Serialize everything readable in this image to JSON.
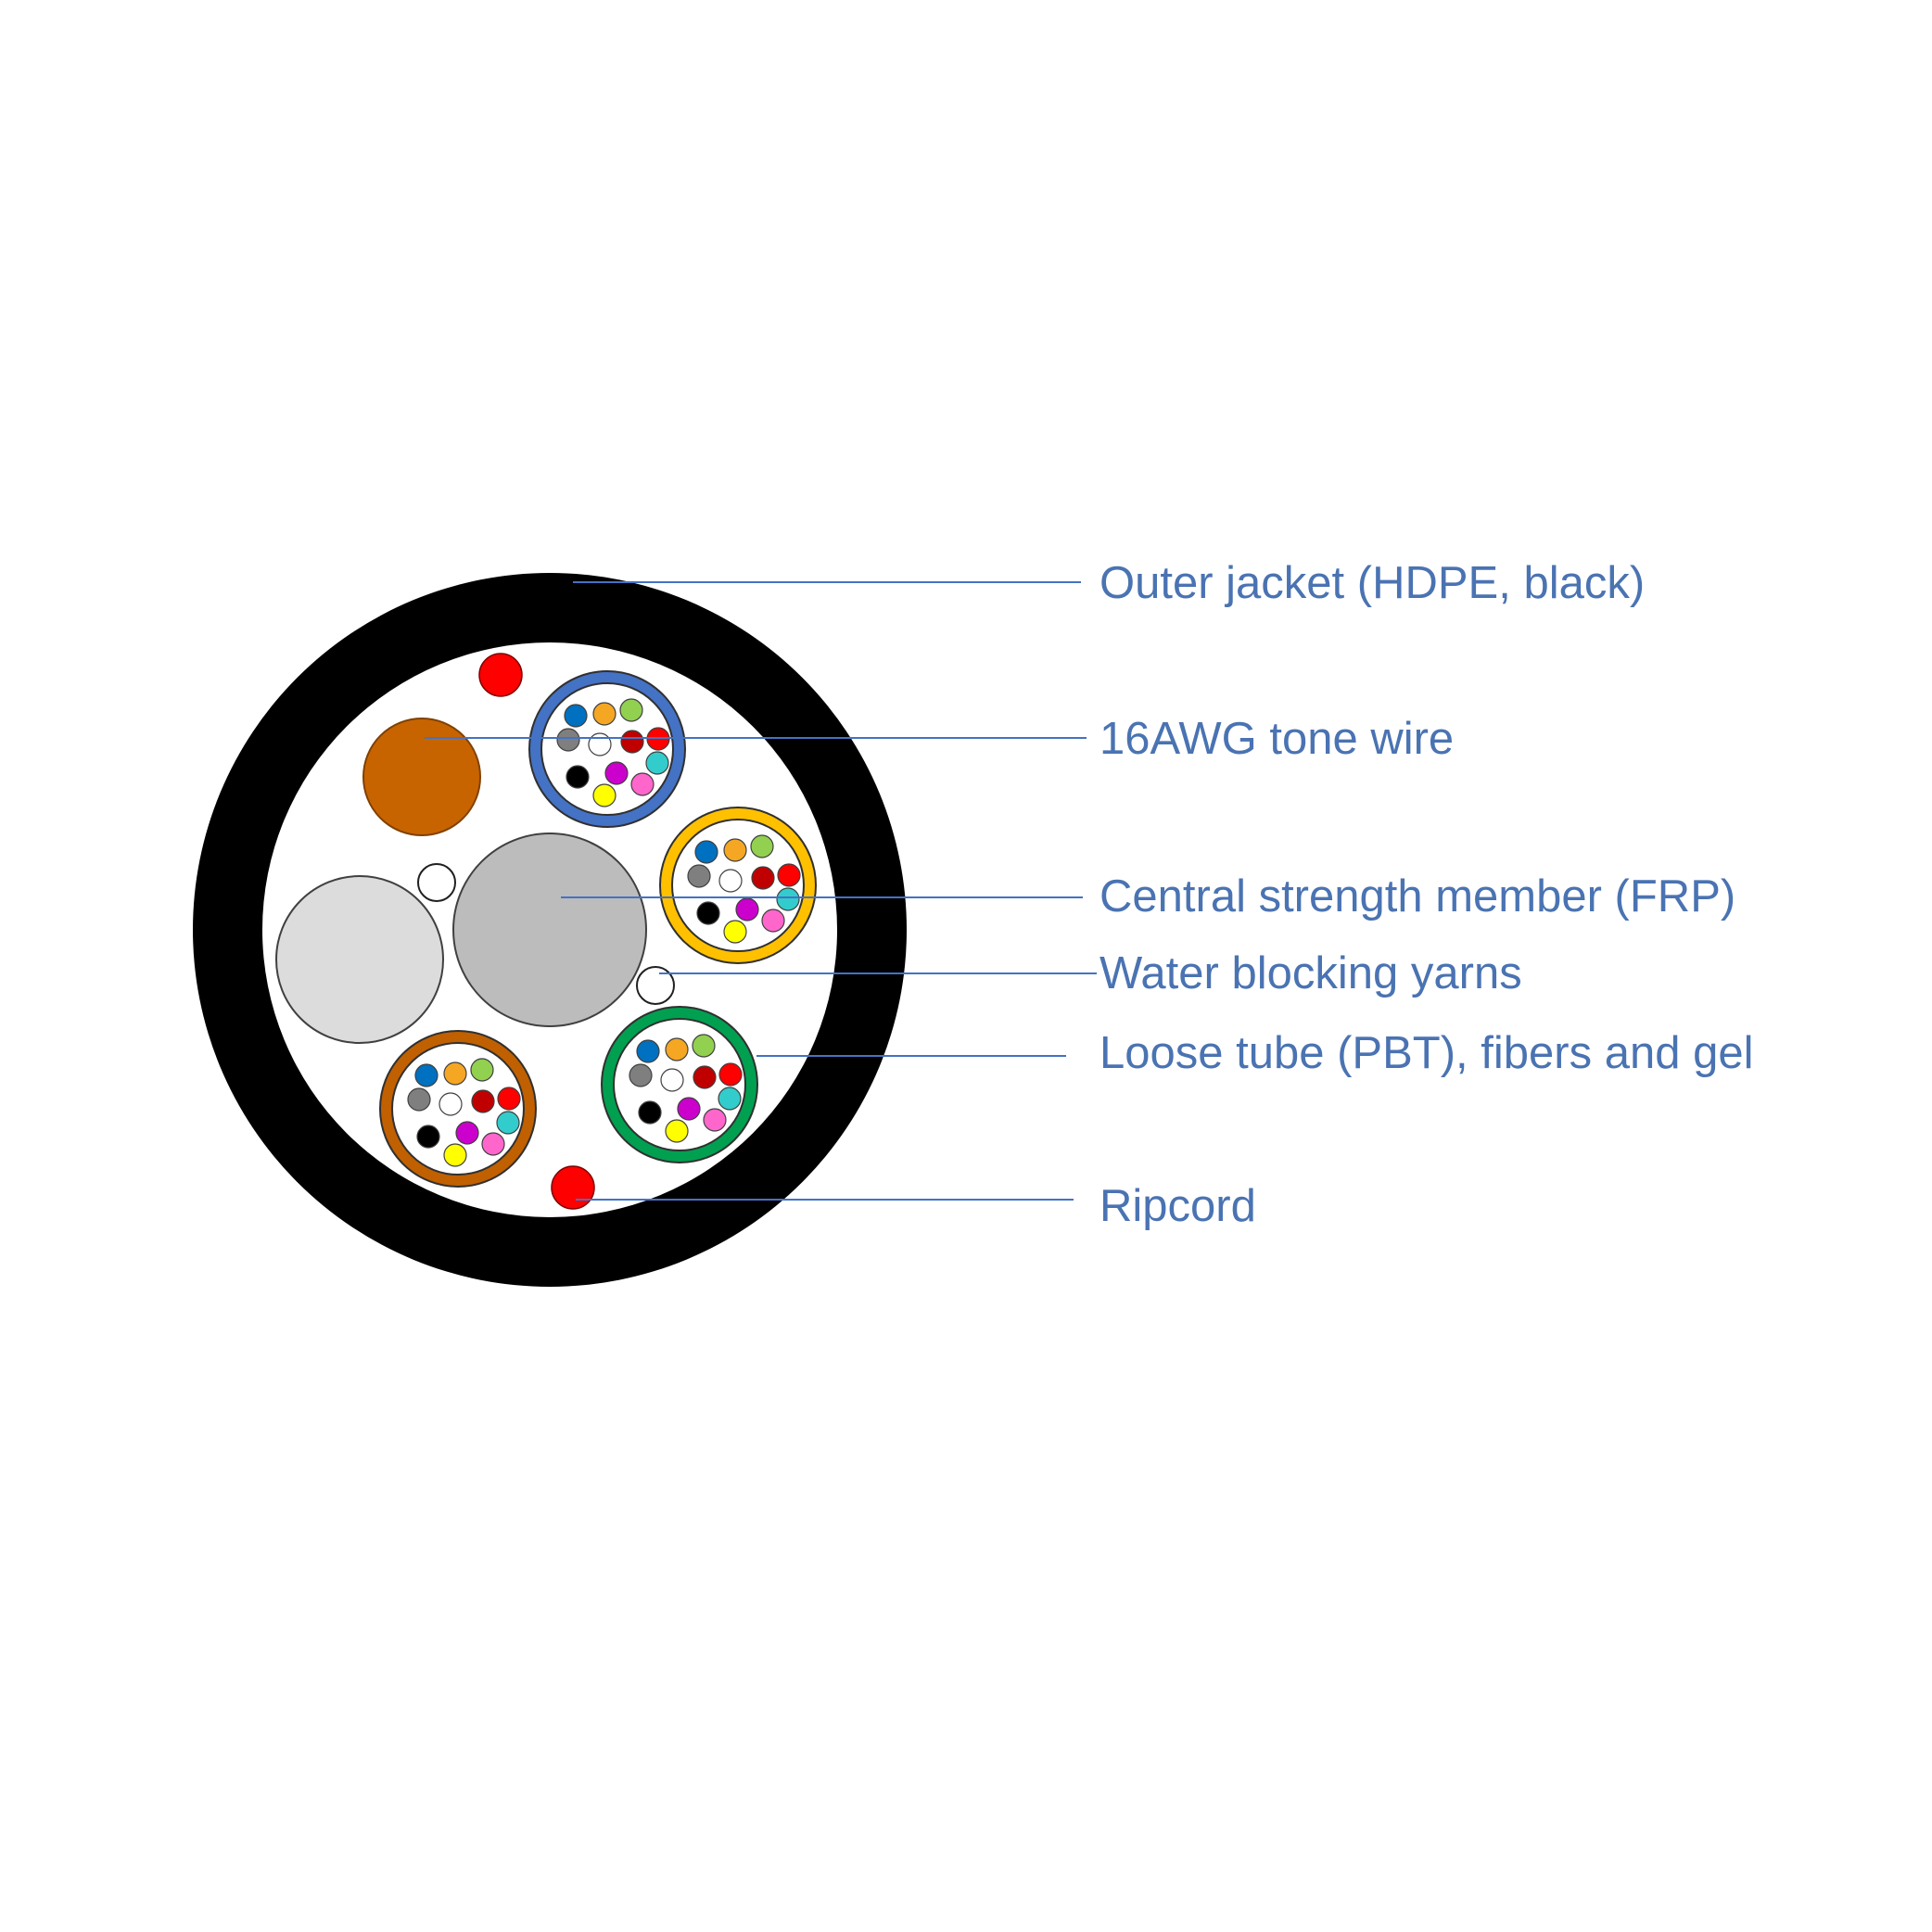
{
  "labels": {
    "outer_jacket": "Outer jacket (HDPE, black)",
    "tone_wire": "16AWG tone wire",
    "central_member": "Central strength member (FRP)",
    "water_blocking": "Water blocking yarns",
    "loose_tube": "Loose tube (PBT), fibers and gel",
    "ripcord": "Ripcord"
  },
  "colors": {
    "label_text": "#4a73b2",
    "leader_line": "#4472c4",
    "jacket": "#000000",
    "core_fill": "#ffffff",
    "tone_wire": "#c86400",
    "central_member": "#bcbcbc",
    "filler_rod": "#dcdcdc",
    "ripcord": "#ff0000",
    "tube_blue": "#4472c4",
    "tube_orange": "#ffc000",
    "tube_green": "#00a050",
    "tube_brown": "#c06000"
  },
  "fiber_colors": [
    "#0070c0",
    "#f5a623",
    "#92d050",
    "#7f7f7f",
    "#ffffff",
    "#c00000",
    "#ff0000",
    "#33cccc",
    "#000000",
    "#cc00cc",
    "#ff66cc",
    "#ffff00"
  ]
}
